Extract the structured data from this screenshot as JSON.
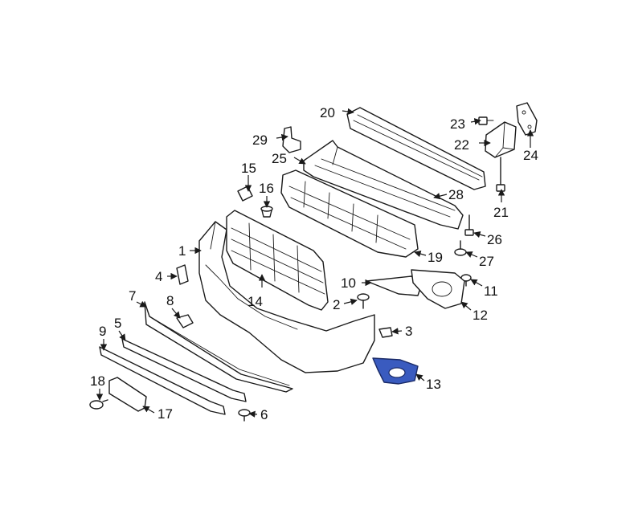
{
  "colors": {
    "line": "#1a1a1a",
    "highlight": "#3a5bbf",
    "background": "#ffffff"
  },
  "callouts": {
    "c1": "1",
    "c2": "2",
    "c3": "3",
    "c4": "4",
    "c5": "5",
    "c6": "6",
    "c7": "7",
    "c8": "8",
    "c9": "9",
    "c10": "10",
    "c11": "11",
    "c12": "12",
    "c13": "13",
    "c14": "14",
    "c15": "15",
    "c16": "16",
    "c17": "17",
    "c18": "18",
    "c19": "19",
    "c20": "20",
    "c21": "21",
    "c22": "22",
    "c23": "23",
    "c24": "24",
    "c25": "25",
    "c26": "26",
    "c27": "27",
    "c28": "28",
    "c29": "29"
  },
  "highlighted_part": "13"
}
